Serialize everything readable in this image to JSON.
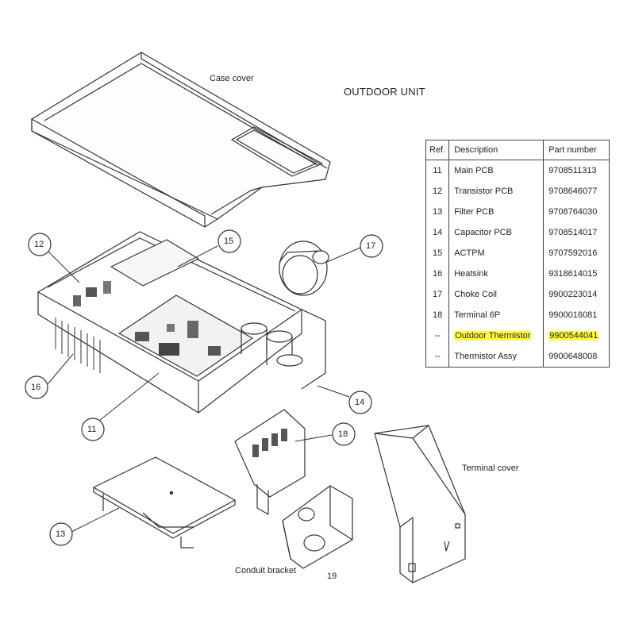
{
  "title": "OUTDOOR UNIT",
  "page_number": "19",
  "labels": {
    "case_cover": "Case cover",
    "terminal_cover": "Terminal cover",
    "conduit_bracket": "Conduit bracket"
  },
  "callouts": [
    "11",
    "12",
    "13",
    "14",
    "15",
    "16",
    "17",
    "18"
  ],
  "table": {
    "headers": {
      "ref": "Ref.",
      "description": "Description",
      "part_number": "Part number"
    },
    "rows": [
      {
        "ref": "11",
        "description": "Main PCB",
        "part_number": "9708511313",
        "highlight": false
      },
      {
        "ref": "12",
        "description": "Transistor PCB",
        "part_number": "9708646077",
        "highlight": false
      },
      {
        "ref": "13",
        "description": "Filter PCB",
        "part_number": "9708764030",
        "highlight": false
      },
      {
        "ref": "14",
        "description": "Capacitor PCB",
        "part_number": "9708514017",
        "highlight": false
      },
      {
        "ref": "15",
        "description": "ACTPM",
        "part_number": "9707592016",
        "highlight": false
      },
      {
        "ref": "16",
        "description": "Heatsink",
        "part_number": "9318614015",
        "highlight": false
      },
      {
        "ref": "17",
        "description": "Choke Coil",
        "part_number": "9900223014",
        "highlight": false
      },
      {
        "ref": "18",
        "description": "Terminal 6P",
        "part_number": "9900016081",
        "highlight": false
      },
      {
        "ref": "--",
        "description": "Outdoor Thermistor",
        "part_number": "9900544041",
        "highlight": true
      },
      {
        "ref": "--",
        "description": "Thermistor Assy",
        "part_number": "9900648008",
        "highlight": false
      }
    ]
  },
  "colors": {
    "highlight": "#ffff3a",
    "line": "#333333"
  }
}
